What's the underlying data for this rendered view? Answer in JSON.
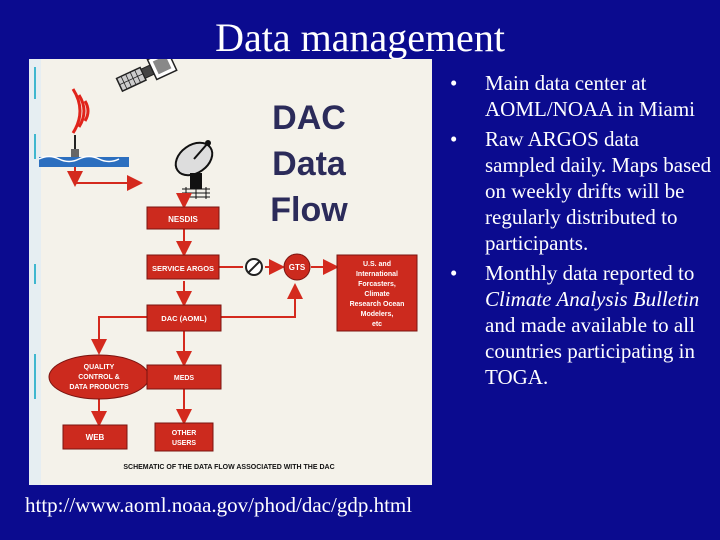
{
  "slide": {
    "title": "Data management",
    "url": "http://www.aoml.noaa.gov/phod/dac/gdp.html"
  },
  "bullets": [
    {
      "text": "Main data center at AOML/NOAA in Miami"
    },
    {
      "text": "Raw ARGOS data sampled daily.  Maps based on weekly drifts will be regularly distributed to participants."
    },
    {
      "before": "Monthly data reported to ",
      "italic": "Climate Analysis Bulletin",
      "after": " and made available to all countries participating in TOGA."
    }
  ],
  "diagram": {
    "heading": [
      "DAC",
      "Data",
      "Flow"
    ],
    "nodes": {
      "nesdis": "NESDIS",
      "service_argos": "SERVICE ARGOS",
      "gts": "GTS",
      "dac": "DAC (AOML)",
      "meds": "MEDS",
      "qc": [
        "QUALITY",
        "CONTROL &",
        "DATA PRODUCTS"
      ],
      "web": "WEB",
      "other_users": [
        "OTHER",
        "USERS"
      ],
      "forecasters": [
        "U.S. and",
        "International",
        "Forcasters,",
        "Climate",
        "Research Ocean",
        "Modelers,",
        "etc"
      ]
    },
    "caption": "SCHEMATIC OF THE DATA FLOW ASSOCIATED WITH THE DAC"
  },
  "colors": {
    "background": "#0b0b8f",
    "box_fill": "#cc2a1e",
    "arrow": "#d42a1e",
    "text": "#ffffff"
  },
  "icons": [
    "satellite-icon",
    "drifting-buoy-icon",
    "satellite-dish-icon",
    "no-entry-icon"
  ]
}
